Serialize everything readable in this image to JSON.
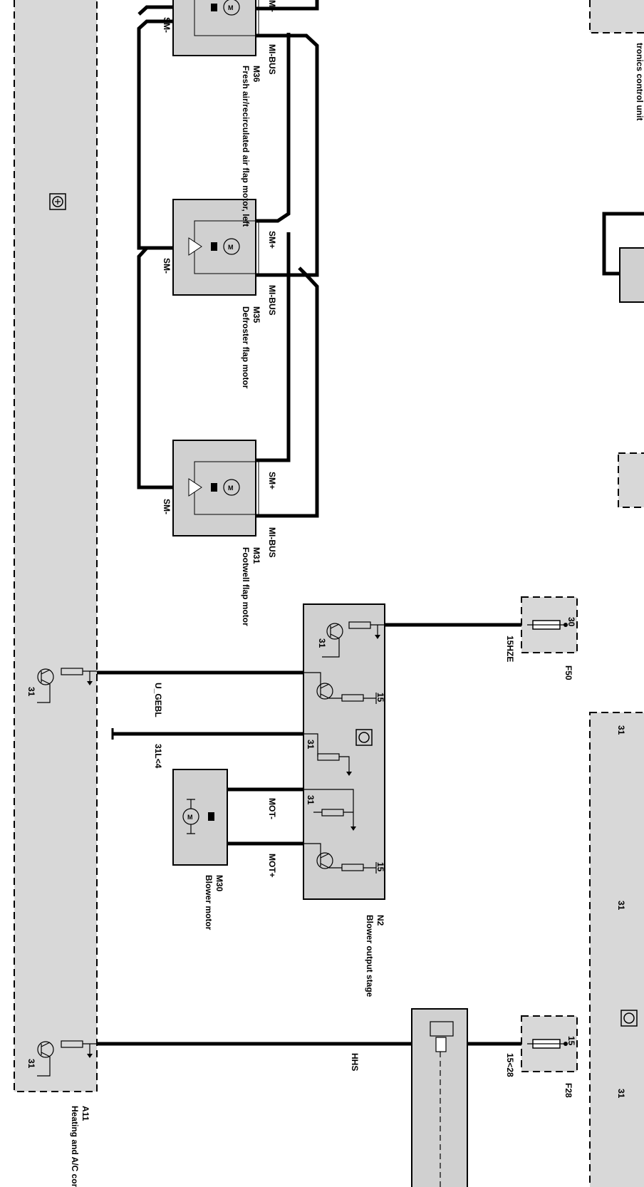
{
  "components": {
    "a11": {
      "id": "A11",
      "name": "Heating and A/C control module"
    },
    "m36": {
      "id": "M36",
      "name": "Fresh air/recirculated air flap motor, left"
    },
    "m35": {
      "id": "M35",
      "name": "Defroster flap motor"
    },
    "m31": {
      "id": "M31",
      "name": "Footwell flap motor"
    },
    "m30": {
      "id": "M30",
      "name": "Blower motor"
    },
    "n2": {
      "id": "N2",
      "name": "Blower output stage"
    },
    "f50": {
      "id": "F50",
      "pin": "30"
    },
    "f28": {
      "id": "F28",
      "pin": "15"
    },
    "right_partial_top": {
      "text": "tronics control unit"
    }
  },
  "pins": {
    "sm_plus": "SM+",
    "sm_minus": "SM-",
    "mi_bus": "MI-BUS",
    "mot_minus": "MOT-",
    "mot_plus": "MOT+",
    "p31": "31",
    "p15": "15"
  },
  "wires": {
    "u_gebl": "U_GEBL",
    "w31l4": "31L<4",
    "w15hze": "15HZE",
    "hhs": "HHS",
    "w15_28": "15<28"
  },
  "motor_symbol": "M"
}
